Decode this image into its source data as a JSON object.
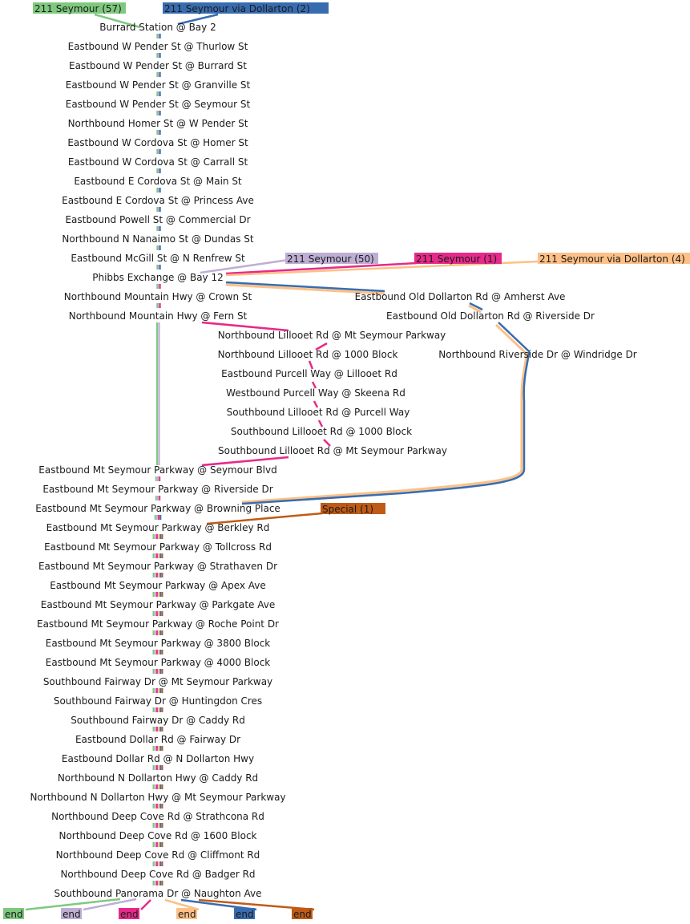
{
  "colors": {
    "seymour": "#7fc97f",
    "seymour_50": "#beaed4",
    "seymour_1": "#e7298a",
    "dollarton_4": "#fdc086",
    "dollarton_2": "#386cb0",
    "special": "#bf5b17"
  },
  "routes": [
    {
      "key": "seymour",
      "label": "211 Seymour (57)"
    },
    {
      "key": "dollarton_2",
      "label": "211 Seymour via Dollarton (2)"
    },
    {
      "key": "seymour_50",
      "label": "211 Seymour (50)"
    },
    {
      "key": "seymour_1",
      "label": "211 Seymour (1)"
    },
    {
      "key": "dollarton_4",
      "label": "211 Seymour via Dollarton (4)"
    },
    {
      "key": "special",
      "label": "Special (1)"
    }
  ],
  "stops": {
    "main_start": [
      "Burrard Station @ Bay 2",
      "Eastbound W Pender St @ Thurlow St",
      "Eastbound W Pender St @ Burrard St",
      "Eastbound W Pender St @ Granville St",
      "Eastbound W Pender St @ Seymour St",
      "Northbound Homer St @ W Pender St",
      "Eastbound W Cordova St @ Homer St",
      "Eastbound W Cordova St @ Carrall St",
      "Eastbound E Cordova St @ Main St",
      "Eastbound E Cordova St @ Princess Ave",
      "Eastbound Powell St @ Commercial Dr",
      "Northbound N Nanaimo St @ Dundas St",
      "Eastbound McGill St @ N Renfrew St",
      "Phibbs Exchange @ Bay 12",
      "Northbound Mountain Hwy @ Crown St",
      "Northbound Mountain Hwy @ Fern St"
    ],
    "lillooet": [
      "Northbound Lillooet Rd @ Mt Seymour Parkway",
      "Northbound Lillooet Rd @ 1000 Block",
      "Eastbound Purcell Way @ Lillooet Rd",
      "Westbound Purcell Way @ Skeena Rd",
      "Southbound Lillooet Rd @ Purcell Way",
      "Southbound Lillooet Rd @ 1000 Block",
      "Southbound Lillooet Rd @ Mt Seymour Parkway"
    ],
    "dollarton": [
      "Eastbound Old Dollarton Rd @ Amherst Ave",
      "Eastbound Old Dollarton Rd @ Riverside Dr",
      "Northbound Riverside Dr @ Windridge Dr"
    ],
    "main_end": [
      "Eastbound Mt Seymour Parkway @ Seymour Blvd",
      "Eastbound Mt Seymour Parkway @ Riverside Dr",
      "Eastbound Mt Seymour Parkway @ Browning Place",
      "Eastbound Mt Seymour Parkway @ Berkley Rd",
      "Eastbound Mt Seymour Parkway @ Tollcross Rd",
      "Eastbound Mt Seymour Parkway @ Strathaven Dr",
      "Eastbound Mt Seymour Parkway @ Apex Ave",
      "Eastbound Mt Seymour Parkway @ Parkgate Ave",
      "Eastbound Mt Seymour Parkway @ Roche Point Dr",
      "Eastbound Mt Seymour Parkway @ 3800 Block",
      "Eastbound Mt Seymour Parkway @ 4000 Block",
      "Southbound Fairway Dr @ Mt Seymour Parkway",
      "Southbound Fairway Dr @ Huntingdon Cres",
      "Southbound Fairway Dr @ Caddy Rd",
      "Eastbound Dollar Rd @ Fairway Dr",
      "Eastbound Dollar Rd @ N Dollarton Hwy",
      "Northbound N Dollarton Hwy @ Caddy Rd",
      "Northbound N Dollarton Hwy @ Mt Seymour Parkway",
      "Northbound Deep Cove Rd @ Strathcona Rd",
      "Northbound Deep Cove Rd @ 1600 Block",
      "Northbound Deep Cove Rd @ Cliffmont Rd",
      "Northbound Deep Cove Rd @ Badger Rd",
      "Southbound Panorama Dr @ Naughton Ave"
    ]
  },
  "end_label": "end",
  "ends": [
    "seymour",
    "seymour_50",
    "seymour_1",
    "dollarton_4",
    "dollarton_2",
    "special"
  ]
}
